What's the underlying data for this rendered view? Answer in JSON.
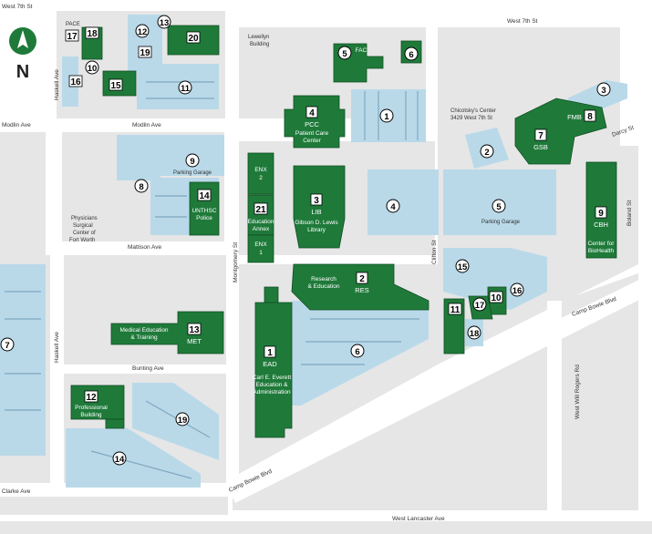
{
  "streets": {
    "west_7th_left": "West 7th St",
    "west_7th_right": "West 7th St",
    "modlin_left": "Modlin Ave",
    "modlin_center": "Modlin Ave",
    "haskell_top": "Haskell Ave",
    "haskell_bottom": "Haskell Ave",
    "mattison": "Mattison Ave",
    "montgomery": "Montgomery St",
    "bunting": "Bunting Ave",
    "camp_bowie_left": "Camp Bowie Blvd",
    "camp_bowie_right": "Camp Bowie Blvd",
    "clifton": "Clifton St",
    "darcy": "Darcy St",
    "boland": "Boland St",
    "west_will_rogers": "West Will Rogers Rd",
    "clarke": "Clarke Ave",
    "west_lancaster": "West Lancaster Ave"
  },
  "labels": {
    "lewellyn": [
      "Lewellyn",
      "Building"
    ],
    "chicotsky": [
      "Chicotsky's Center",
      "3429 West 7th St"
    ],
    "physicians": [
      "Physicians",
      "Surgical",
      "Center of",
      "Fort Worth"
    ],
    "parking_garage_w": "Parking Garage",
    "parking_garage_e": "Parking Garage",
    "pace": "PACE"
  },
  "buildings": {
    "pcc": {
      "num": "4",
      "code": "PCC",
      "name": [
        "Patient Care",
        "Center"
      ]
    },
    "lib": {
      "num": "3",
      "code": "LIB",
      "name": [
        "Gibson D. Lewis",
        "Library"
      ]
    },
    "res": {
      "num": "2",
      "code": "RES",
      "name": [
        "Research",
        "& Education"
      ]
    },
    "ead": {
      "num": "1",
      "code": "EAD",
      "name": [
        "Carl E. Everett",
        "Education &",
        "Administration"
      ]
    },
    "enx2": {
      "code": "ENX",
      "sub": "2"
    },
    "enx1": {
      "code": "ENX",
      "sub": "1"
    },
    "ed_annex": {
      "num": "21",
      "name": [
        "Education",
        "Annex"
      ]
    },
    "met": {
      "num": "13",
      "code": "MET",
      "name": [
        "Medical Education",
        "& Training"
      ]
    },
    "police": {
      "num": "14",
      "name": [
        "UNTHSC",
        "Police"
      ]
    },
    "prof": {
      "num": "12",
      "name": [
        "Professional",
        "Building"
      ]
    },
    "gsb": {
      "num": "7",
      "code": "GSB"
    },
    "fmb": {
      "num": "8",
      "code": "FMB"
    },
    "cbh": {
      "num": "9",
      "code": "CBH",
      "name": [
        "Center for",
        "BioHealth"
      ]
    },
    "fac": {
      "code": "FAC"
    },
    "b20": {
      "num": "20"
    },
    "b17": {
      "num": "17"
    },
    "b18": {
      "num": "18"
    },
    "b16": {
      "num": "16"
    },
    "b15": {
      "num": "15"
    },
    "b19": {
      "num": "19"
    },
    "b11e": {
      "num": "11"
    },
    "b10e": {
      "num": "10"
    }
  },
  "circles": {
    "c1_lot": "1",
    "c2": "2",
    "c3": "3",
    "c4": "4",
    "c5": "5",
    "c5fac": "5",
    "c6a": "6",
    "c6b": "6",
    "c7": "7",
    "c8": "8",
    "c9": "9",
    "c10": "10",
    "c11": "11",
    "c12": "12",
    "c13": "13",
    "c14": "14",
    "c15": "15",
    "c16": "16",
    "c17": "17",
    "c18": "18",
    "c19": "19"
  },
  "compass": {
    "letter": "N"
  },
  "colors": {
    "building": "#1f7a3a",
    "parking": "#b9d9e9",
    "block": "#e6e6e6",
    "road": "#ffffff"
  }
}
